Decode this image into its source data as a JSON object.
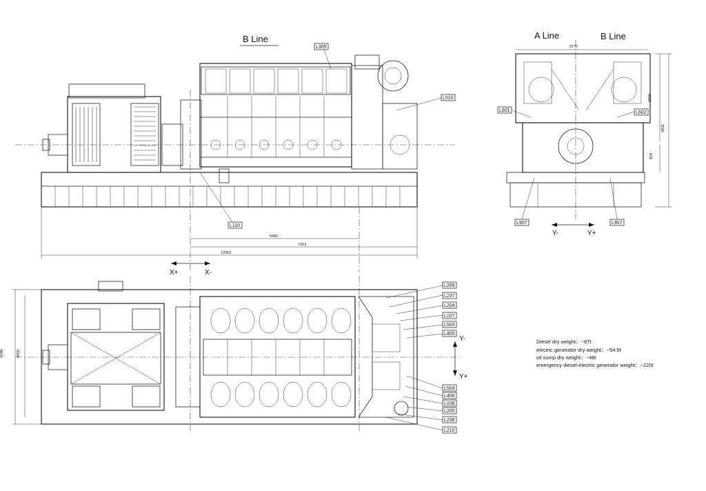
{
  "views": {
    "side": {
      "title": "B Line"
    },
    "end": {
      "title_a": "A Line",
      "title_b": "B Line"
    }
  },
  "callouts": {
    "L305": "L305",
    "L510": "L510",
    "L110": "L110",
    "L601": "L601",
    "L602": "L602",
    "L907_left": "L907",
    "L907_right": "L907",
    "L209": "L209",
    "L237": "L237",
    "L204": "L204",
    "L107": "L107",
    "L503": "L503",
    "L405": "L405",
    "L504": "L504",
    "L406": "L406",
    "L108": "L108",
    "L205": "L205",
    "L238": "L238",
    "L210": "L210"
  },
  "dimensions": {
    "d5460": "5460",
    "d7263": "7263",
    "d12063": "12063",
    "d3777": "3777",
    "d2925": "2925",
    "d4931": "4931",
    "d820": "820",
    "d4180": "4180",
    "d4050": "4050"
  },
  "axes": {
    "x_plus": "X+",
    "x_minus": "X-",
    "y_minus_end": "Y-",
    "y_plus_end": "Y+",
    "y_minus_plan": "Y-",
    "y_plus_plan": "Y+"
  },
  "notes": {
    "diesel": "Diesel dry weight：~87t",
    "generator": "electric generator dry weight：~54.5t",
    "sump": "oil sump dry weight：~48t",
    "emergency": "emergency diesel-electric generator weight：~220t"
  }
}
